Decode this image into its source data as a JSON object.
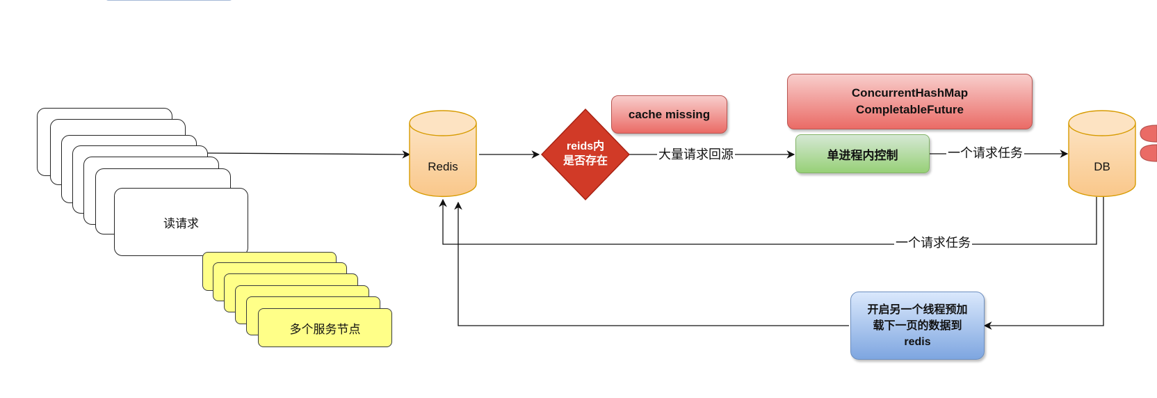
{
  "nodes": {
    "read_request": "读请求",
    "service_nodes": "多个服务节点",
    "redis": "Redis",
    "decision": [
      "reids内",
      "是否存在"
    ],
    "cache_missing": "cache missing",
    "concurrent": [
      "ConcurrentHashMap",
      "CompletableFuture"
    ],
    "single_process_control": "单进程内控制",
    "db": "DB",
    "preload": [
      "开启另一个线程预加",
      "载下一页的数据到",
      "redis"
    ]
  },
  "edges": {
    "backsource": "大量请求回源",
    "to_db": "一个请求任务",
    "db_to_redis": "一个请求任务"
  },
  "colors": {
    "cylinder_fill": "#fdd7a8",
    "cylinder_stroke": "#d79b00",
    "diamond_fill": "#d13a27",
    "diamond_stroke": "#a51f10",
    "yellow_fill": "#ffff88",
    "red_light": "#f8cecc",
    "red_dark": "#ea6b66",
    "green_light": "#d5e8d4",
    "green_dark": "#97d077",
    "blue_light": "#dae8fc",
    "blue_dark": "#7ea6e0"
  }
}
